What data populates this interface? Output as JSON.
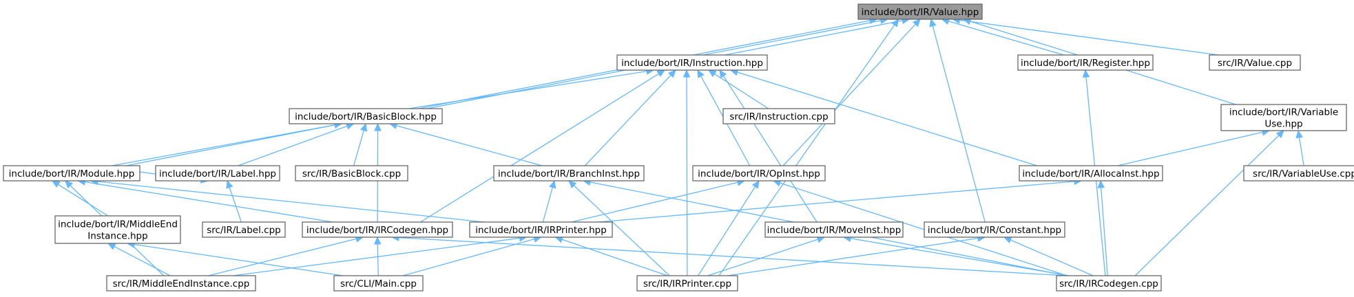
{
  "nodes": [
    {
      "id": "value_hpp",
      "lines": [
        "include/bort/IR/Value.hpp"
      ],
      "focus": true
    },
    {
      "id": "instruction_hpp",
      "lines": [
        "include/bort/IR/Instruction.hpp"
      ]
    },
    {
      "id": "register_hpp",
      "lines": [
        "include/bort/IR/Register.hpp"
      ]
    },
    {
      "id": "value_cpp",
      "lines": [
        "src/IR/Value.cpp"
      ]
    },
    {
      "id": "variableuse_hpp",
      "lines": [
        "include/bort/IR/Variable",
        "Use.hpp"
      ]
    },
    {
      "id": "basicblock_hpp",
      "lines": [
        "include/bort/IR/BasicBlock.hpp"
      ]
    },
    {
      "id": "instruction_cpp",
      "lines": [
        "src/IR/Instruction.cpp"
      ]
    },
    {
      "id": "module_hpp",
      "lines": [
        "include/bort/IR/Module.hpp"
      ]
    },
    {
      "id": "label_hpp",
      "lines": [
        "include/bort/IR/Label.hpp"
      ]
    },
    {
      "id": "basicblock_cpp",
      "lines": [
        "src/IR/BasicBlock.cpp"
      ]
    },
    {
      "id": "branchinst_hpp",
      "lines": [
        "include/bort/IR/BranchInst.hpp"
      ]
    },
    {
      "id": "opinst_hpp",
      "lines": [
        "include/bort/IR/OpInst.hpp"
      ]
    },
    {
      "id": "allocainst_hpp",
      "lines": [
        "include/bort/IR/AllocaInst.hpp"
      ]
    },
    {
      "id": "variableuse_cpp",
      "lines": [
        "src/IR/VariableUse.cpp"
      ]
    },
    {
      "id": "middleend_hpp",
      "lines": [
        "include/bort/IR/MiddleEnd",
        "Instance.hpp"
      ]
    },
    {
      "id": "label_cpp",
      "lines": [
        "src/IR/Label.cpp"
      ]
    },
    {
      "id": "ircodegen_hpp",
      "lines": [
        "include/bort/IR/IRCodegen.hpp"
      ]
    },
    {
      "id": "irprinter_hpp",
      "lines": [
        "include/bort/IR/IRPrinter.hpp"
      ]
    },
    {
      "id": "moveinst_hpp",
      "lines": [
        "include/bort/IR/MoveInst.hpp"
      ]
    },
    {
      "id": "constant_hpp",
      "lines": [
        "include/bort/IR/Constant.hpp"
      ]
    },
    {
      "id": "middleend_cpp",
      "lines": [
        "src/IR/MiddleEndInstance.cpp"
      ]
    },
    {
      "id": "main_cpp",
      "lines": [
        "src/CLI/Main.cpp"
      ]
    },
    {
      "id": "irprinter_cpp",
      "lines": [
        "src/IR/IRPrinter.cpp"
      ]
    },
    {
      "id": "ircodegen_cpp",
      "lines": [
        "src/IR/IRCodegen.cpp"
      ]
    }
  ],
  "edges": [
    [
      "instruction_hpp",
      "value_hpp"
    ],
    [
      "register_hpp",
      "value_hpp"
    ],
    [
      "value_cpp",
      "value_hpp"
    ],
    [
      "variableuse_hpp",
      "value_hpp"
    ],
    [
      "basicblock_hpp",
      "value_hpp"
    ],
    [
      "module_hpp",
      "value_hpp"
    ],
    [
      "opinst_hpp",
      "value_hpp"
    ],
    [
      "irprinter_cpp",
      "value_hpp"
    ],
    [
      "constant_hpp",
      "value_hpp"
    ],
    [
      "basicblock_hpp",
      "instruction_hpp"
    ],
    [
      "instruction_cpp",
      "instruction_hpp"
    ],
    [
      "branchinst_hpp",
      "instruction_hpp"
    ],
    [
      "opinst_hpp",
      "instruction_hpp"
    ],
    [
      "allocainst_hpp",
      "instruction_hpp"
    ],
    [
      "ircodegen_hpp",
      "instruction_hpp"
    ],
    [
      "moveinst_hpp",
      "instruction_hpp"
    ],
    [
      "irprinter_cpp",
      "instruction_hpp"
    ],
    [
      "ircodegen_cpp",
      "register_hpp"
    ],
    [
      "allocainst_hpp",
      "variableuse_hpp"
    ],
    [
      "variableuse_cpp",
      "variableuse_hpp"
    ],
    [
      "ircodegen_cpp",
      "variableuse_hpp"
    ],
    [
      "module_hpp",
      "basicblock_hpp"
    ],
    [
      "label_hpp",
      "basicblock_hpp"
    ],
    [
      "basicblock_cpp",
      "basicblock_hpp"
    ],
    [
      "branchinst_hpp",
      "basicblock_hpp"
    ],
    [
      "ircodegen_hpp",
      "basicblock_hpp"
    ],
    [
      "middleend_hpp",
      "module_hpp"
    ],
    [
      "ircodegen_hpp",
      "module_hpp"
    ],
    [
      "irprinter_hpp",
      "module_hpp"
    ],
    [
      "middleend_cpp",
      "module_hpp"
    ],
    [
      "label_cpp",
      "label_hpp"
    ],
    [
      "module_hpp",
      "label_hpp"
    ],
    [
      "irprinter_hpp",
      "branchinst_hpp"
    ],
    [
      "irprinter_cpp",
      "branchinst_hpp"
    ],
    [
      "ircodegen_cpp",
      "branchinst_hpp"
    ],
    [
      "irprinter_hpp",
      "opinst_hpp"
    ],
    [
      "irprinter_cpp",
      "opinst_hpp"
    ],
    [
      "ircodegen_cpp",
      "opinst_hpp"
    ],
    [
      "irprinter_hpp",
      "allocainst_hpp"
    ],
    [
      "ircodegen_cpp",
      "allocainst_hpp"
    ],
    [
      "middleend_cpp",
      "middleend_hpp"
    ],
    [
      "main_cpp",
      "middleend_hpp"
    ],
    [
      "middleend_cpp",
      "ircodegen_hpp"
    ],
    [
      "main_cpp",
      "ircodegen_hpp"
    ],
    [
      "ircodegen_cpp",
      "ircodegen_hpp"
    ],
    [
      "middleend_cpp",
      "irprinter_hpp"
    ],
    [
      "main_cpp",
      "irprinter_hpp"
    ],
    [
      "irprinter_cpp",
      "irprinter_hpp"
    ],
    [
      "irprinter_cpp",
      "moveinst_hpp"
    ],
    [
      "ircodegen_cpp",
      "moveinst_hpp"
    ],
    [
      "irprinter_cpp",
      "constant_hpp"
    ],
    [
      "ircodegen_cpp",
      "constant_hpp"
    ]
  ]
}
